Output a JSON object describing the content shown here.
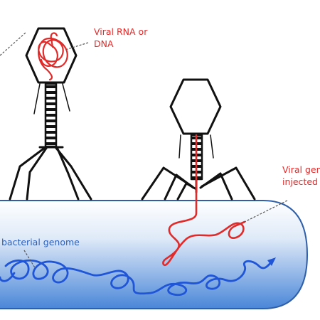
{
  "labels": {
    "viral_genome_in_capsid": [
      "Viral RNA or",
      "DNA"
    ],
    "viral_genome_injected": [
      "Viral geno",
      "injected i"
    ],
    "bacterial_genome": "bacterial genome"
  },
  "colors": {
    "outline": "#111111",
    "viral_genome": "#e02b2b",
    "bacterial_genome": "#1f55d6",
    "cell_fill_top": "#ffffff",
    "cell_fill_bottom": "#4a86d8",
    "cell_border": "#2f5fa8",
    "leader_line": "#555555"
  },
  "icons": {
    "phage_left": "bacteriophage-icon",
    "phage_right": "bacteriophage-icon"
  }
}
